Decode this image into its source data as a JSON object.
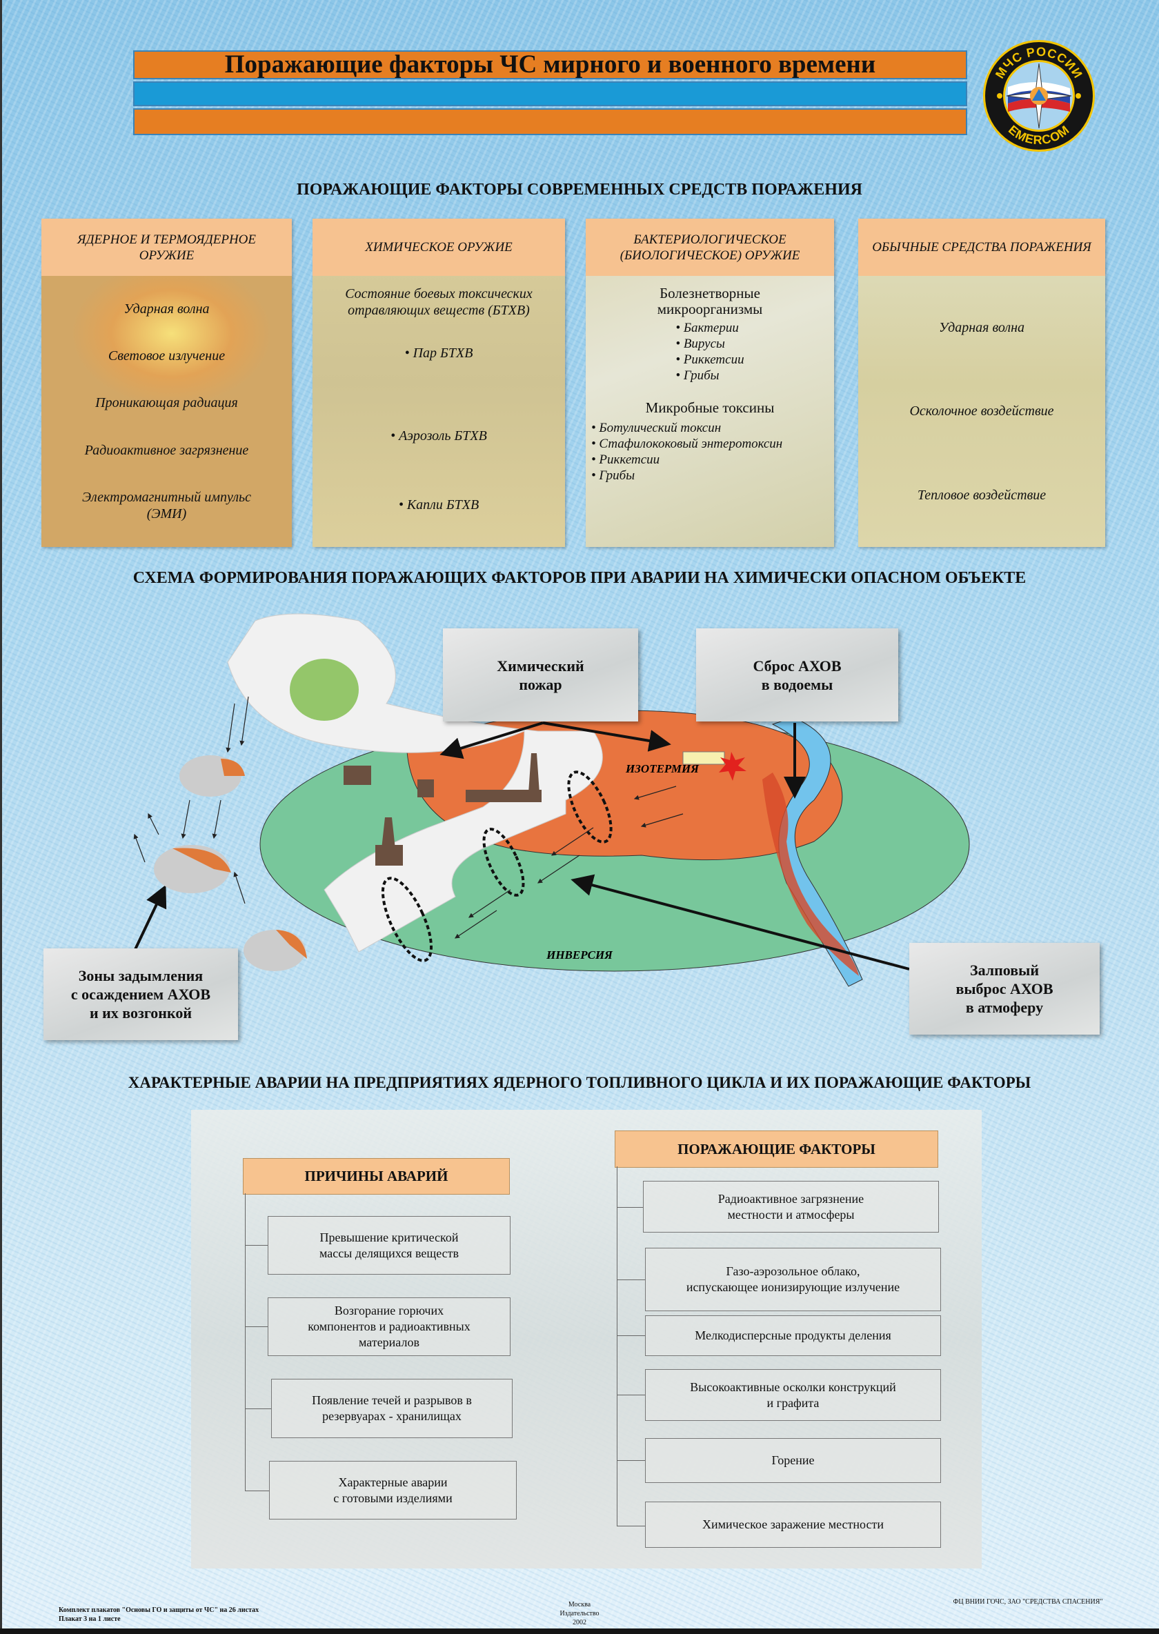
{
  "header": {
    "title": "Поражающие факторы ЧС  мирного и военного времени",
    "logo": {
      "top_text": "МЧС РОССИИ",
      "bottom_text": "EMERCOM"
    },
    "colors": {
      "orange": "#e67e22",
      "blue": "#1a9ad6"
    }
  },
  "section1": {
    "heading": "ПОРАЖАЮЩИЕ ФАКТОРЫ СОВРЕМЕННЫХ СРЕДСТВ ПОРАЖЕНИЯ",
    "cards": [
      {
        "title": "ЯДЕРНОЕ  И  ТЕРМОЯДЕРНОЕ ОРУЖИЕ",
        "items": [
          "Ударная волна",
          "Световое излучение",
          "Проникающая радиация",
          "Радиоактивное загрязнение",
          "Электромагнитный импульс (ЭМИ)"
        ]
      },
      {
        "title": "ХИМИЧЕСКОЕ ОРУЖИЕ",
        "intro": "Состояние боевых токсических отравляющих веществ (БТХВ)",
        "items": [
          "Пар БТХВ",
          "Аэрозоль БТХВ",
          "Капли БТХВ"
        ]
      },
      {
        "title": "БАКТЕРИОЛОГИЧЕСКОЕ (БИОЛОГИЧЕСКОЕ) ОРУЖИЕ",
        "group1_title": "Болезнетворные микроорганизмы",
        "group1": [
          "Бактерии",
          "Вирусы",
          "Риккетсии",
          "Грибы"
        ],
        "group2_title": "Микробные токсины",
        "group2": [
          "Ботулический токсин",
          "Стафилококовый энтеротоксин",
          "Риккетсии",
          "Грибы"
        ]
      },
      {
        "title": "ОБЫЧНЫЕ  СРЕДСТВА ПОРАЖЕНИЯ",
        "items": [
          "Ударная волна",
          "Осколочное воздействие",
          "Тепловое воздействие"
        ]
      }
    ]
  },
  "section2": {
    "heading": "СХЕМА ФОРМИРОВАНИЯ ПОРАЖАЮЩИХ ФАКТОРОВ ПРИ АВАРИИ НА ХИМИЧЕСКИ ОПАСНОМ ОБЪЕКТЕ",
    "boxes": {
      "fire": [
        "Химический",
        "пожар"
      ],
      "water": [
        "Сброс АХОВ",
        "в водоемы"
      ],
      "smoke": [
        "Зоны задымления",
        "с осаждением АХОВ",
        "и их возгонкой"
      ],
      "release": [
        "Залповый",
        "выброс АХОВ",
        "в атмоферу"
      ]
    },
    "labels": {
      "isotherm": "ИЗОТЕРМИЯ",
      "inversion": "ИНВЕРСИЯ"
    }
  },
  "section3": {
    "heading": "ХАРАКТЕРНЫЕ АВАРИИ  НА ПРЕДПРИЯТИЯХ ЯДЕРНОГО  ТОПЛИВНОГО ЦИКЛА И ИХ ПОРАЖАЮЩИЕ ФАКТОРЫ",
    "causes_title": "ПРИЧИНЫ АВАРИЙ",
    "causes": [
      [
        "Превышение критической",
        "массы  делящихся веществ"
      ],
      [
        "Возгорание горючих",
        "компонентов    и радиоактивных",
        "материалов"
      ],
      [
        "Появление течей и разрывов в",
        "резервуарах - хранилищах"
      ],
      [
        "Характерные аварии",
        "с готовыми изделиями"
      ]
    ],
    "factors_title": "ПОРАЖАЮЩИЕ ФАКТОРЫ",
    "factors": [
      [
        "Радиоактивное загрязнение",
        "местности и атмосферы"
      ],
      [
        "Газо-аэрозольное облако,",
        "испускающее ионизирующие излучение"
      ],
      [
        "Мелкодисперсные продукты деления"
      ],
      [
        "Высокоактивные осколки конструкций",
        "и графита"
      ],
      [
        "Горение"
      ],
      [
        "Химическое заражение местности"
      ]
    ]
  },
  "footer": {
    "left": [
      "Комплект плакатов \"Основы ГО и защиты от ЧС\" на 26  листах",
      "Плакат 3 на 1 листе"
    ],
    "center": [
      "Москва",
      "Издательство",
      "2002"
    ],
    "right": "ФЦ ВНИИ ГОЧС, ЗАО \"СРЕДСТВА СПАСЕНИЯ\""
  }
}
